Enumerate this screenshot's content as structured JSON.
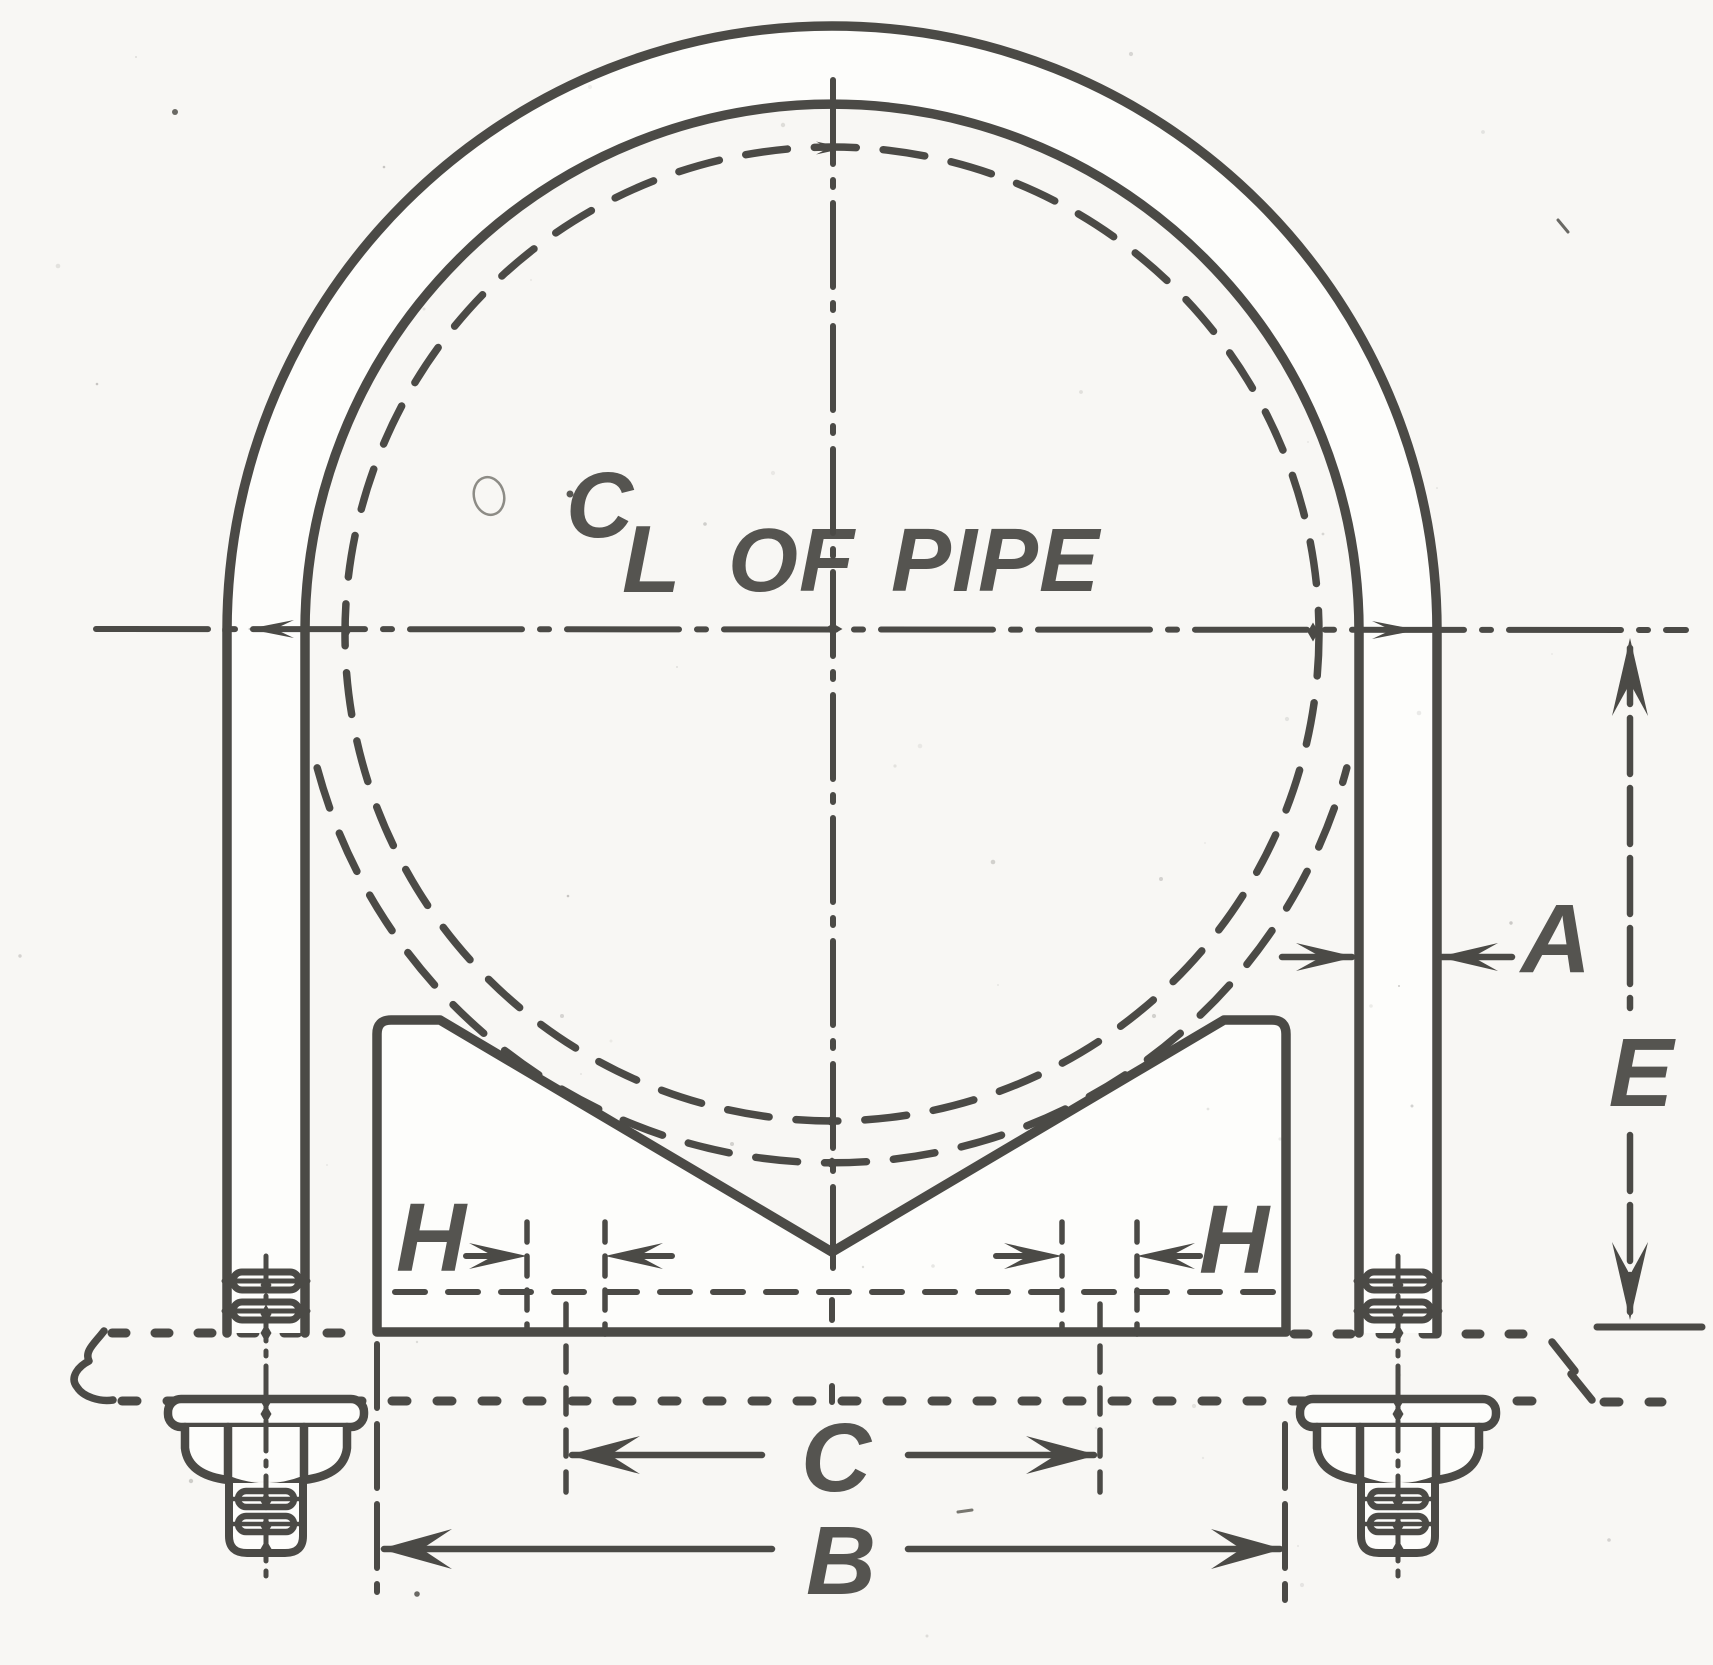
{
  "drawing": {
    "centerline_note": {
      "c": "C",
      "l": "L",
      "rest": "OF PIPE"
    },
    "dimensions": {
      "rod_diameter": "A",
      "height_to_base": "E",
      "slot_left": "H",
      "slot_right": "H",
      "hole_spacing": "C",
      "saddle_width": "B"
    },
    "colors": {
      "ink": "#4b4a46",
      "paper": "#f8f7f4"
    }
  }
}
